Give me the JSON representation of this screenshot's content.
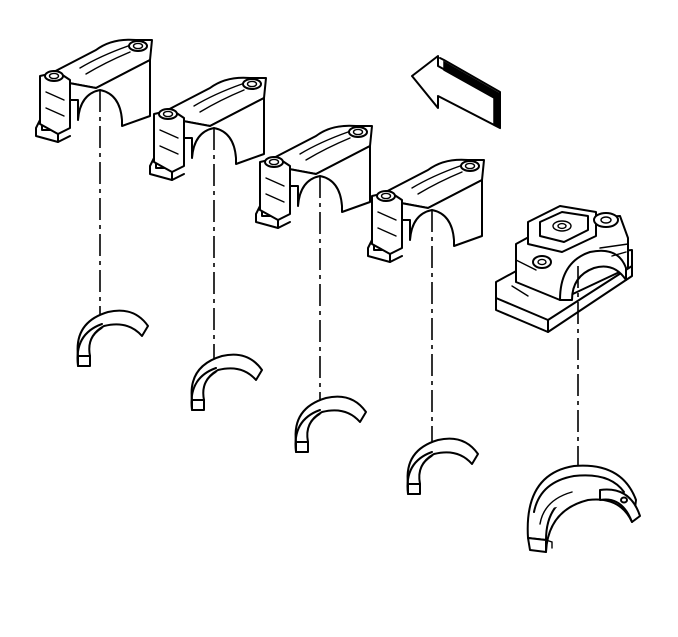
{
  "diagram": {
    "line_color": "#000000",
    "background": "#ffffff",
    "direction_arrow_icon": "arrow-up-left-icon",
    "assemblies": [
      {
        "id": "cap-1",
        "cap_type": "main-bearing-cap",
        "bearing_type": "bearing-half"
      },
      {
        "id": "cap-2",
        "cap_type": "main-bearing-cap",
        "bearing_type": "bearing-half"
      },
      {
        "id": "cap-3",
        "cap_type": "main-bearing-cap",
        "bearing_type": "bearing-half"
      },
      {
        "id": "cap-4",
        "cap_type": "main-bearing-cap",
        "bearing_type": "bearing-half"
      },
      {
        "id": "cap-5",
        "cap_type": "rear-main-bearing-cap",
        "bearing_type": "thrust-bearing-half"
      }
    ]
  }
}
